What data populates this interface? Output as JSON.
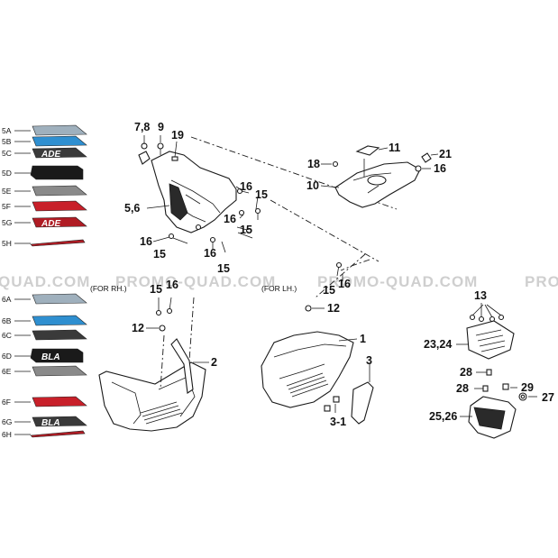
{
  "watermark": {
    "left": "PROMO-QUAD.COM",
    "center": "PROMO-QUAD.COM",
    "right": "PROMO-QUAD.COM",
    "edge_left": "QUAD.COM",
    "edge_right": "PRO"
  },
  "notes": {
    "right_hand": "(FOR RH.)",
    "left_hand": "(FOR LH.)"
  },
  "decals": [
    {
      "label": "5A",
      "text": "",
      "color": "#9fb0bd"
    },
    {
      "label": "5B",
      "text": "",
      "color": "#2f8fd0"
    },
    {
      "label": "5C",
      "text": "ADE",
      "color": "#3a3a3a"
    },
    {
      "label": "5D",
      "text": "",
      "color": "#1a1a1a"
    },
    {
      "label": "5E",
      "text": "",
      "color": "#8a8a8a"
    },
    {
      "label": "5F",
      "text": "",
      "color": "#c8202a"
    },
    {
      "label": "5G",
      "text": "ADE",
      "color": "#b01c24"
    },
    {
      "label": "5H",
      "text": "",
      "color": "#b01c24"
    },
    {
      "label": "6A",
      "text": "",
      "color": "#9fb0bd"
    },
    {
      "label": "6B",
      "text": "",
      "color": "#2f8fd0"
    },
    {
      "label": "6C",
      "text": "",
      "color": "#3a3a3a"
    },
    {
      "label": "6D",
      "text": "BLA",
      "color": "#1a1a1a"
    },
    {
      "label": "6E",
      "text": "",
      "color": "#8a8a8a"
    },
    {
      "label": "6F",
      "text": "",
      "color": "#c8202a"
    },
    {
      "label": "6G",
      "text": "BLA",
      "color": "#3a3a3a"
    },
    {
      "label": "6H",
      "text": "",
      "color": "#b01c24"
    }
  ],
  "callouts": {
    "c78": "7,8",
    "c9": "9",
    "c19": "19",
    "c56": "5,6",
    "c16a": "16",
    "c15a": "15",
    "c16b": "16",
    "c15b": "15",
    "c16c": "16",
    "c15c": "15",
    "c16d": "16",
    "c15d": "15",
    "c11": "11",
    "c18": "18",
    "c10": "10",
    "c21": "21",
    "c16e": "16",
    "c15e": "15",
    "c16f": "16",
    "c12a": "12",
    "c2": "2",
    "c15f": "15",
    "c16g": "16",
    "c12b": "12",
    "c1": "1",
    "c3": "3",
    "c31": "3-1",
    "c13": "13",
    "c2324": "23,24",
    "c28a": "28",
    "c28b": "28",
    "c29": "29",
    "c27": "27",
    "c2526": "25,26"
  }
}
